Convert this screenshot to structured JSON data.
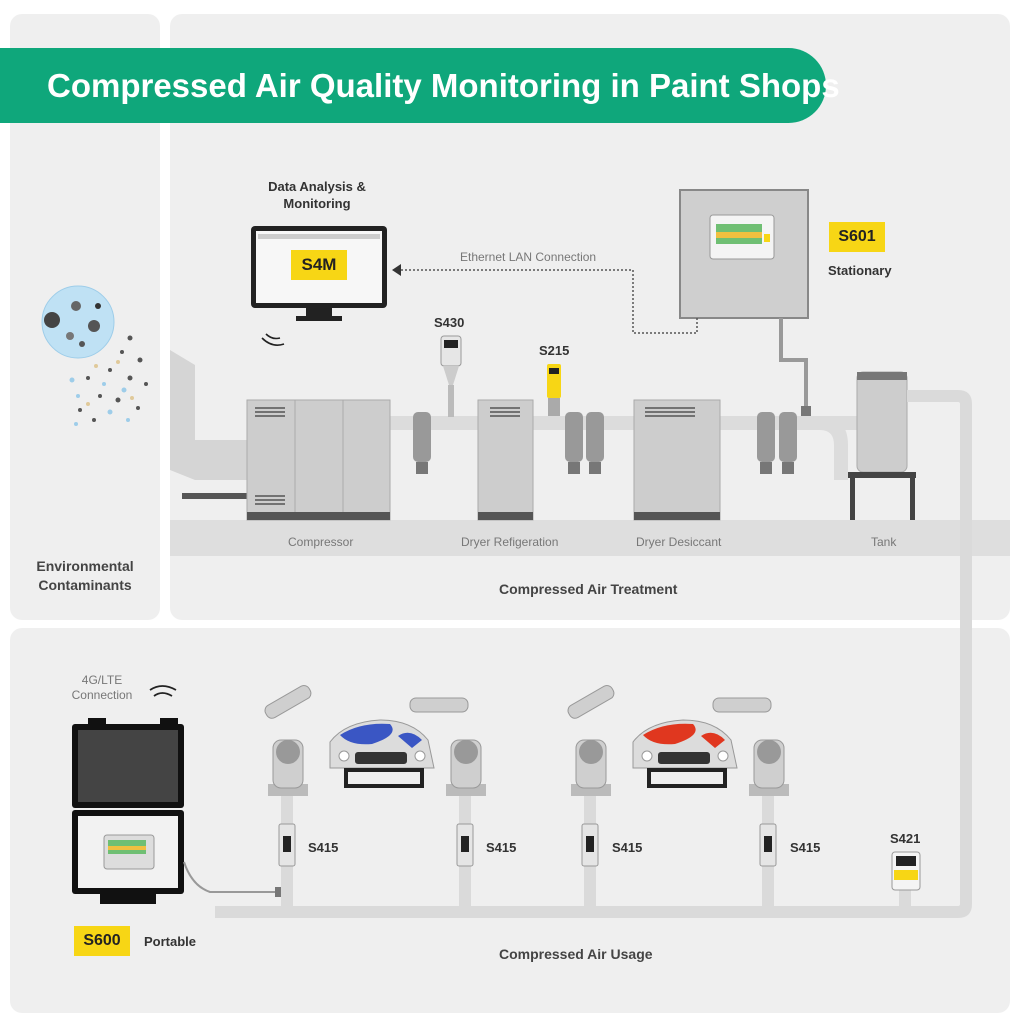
{
  "title": "Compressed Air Quality Monitoring in Paint Shops",
  "sections": {
    "environmental": "Environmental\nContaminants",
    "treatment": "Compressed Air Treatment",
    "usage": "Compressed Air Usage"
  },
  "data_analysis": {
    "label": "Data Analysis &\nMonitoring",
    "badge": "S4M"
  },
  "ethernet": "Ethernet LAN Connection",
  "stationary": {
    "badge": "S601",
    "label": "Stationary"
  },
  "portable": {
    "badge": "S600",
    "label": "Portable"
  },
  "lte": "4G/LTE\nConnection",
  "sensors": {
    "s430": "S430",
    "s215": "S215",
    "s421": "S421",
    "s415": "S415"
  },
  "equipment": {
    "compressor": "Compressor",
    "dryer_ref": "Dryer Refigeration",
    "dryer_des": "Dryer Desiccant",
    "tank": "Tank"
  },
  "colors": {
    "green": "#0fa77b",
    "yellow": "#f7d615",
    "blue_car": "#3a56c4",
    "red_car": "#e0371f"
  }
}
